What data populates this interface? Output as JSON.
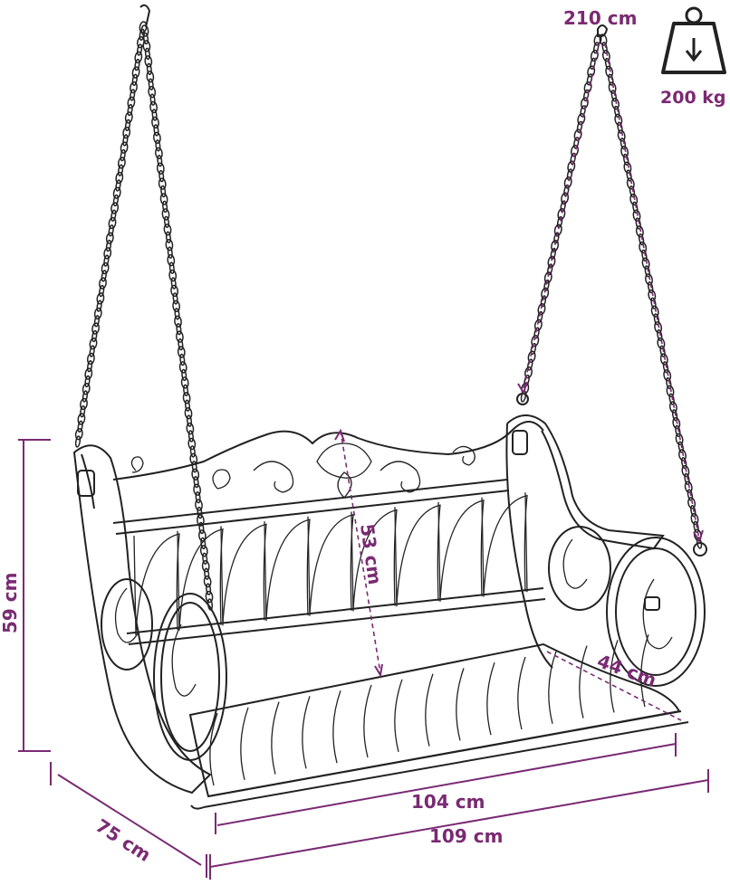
{
  "dimensions": {
    "chain_length": "210 cm",
    "max_load": "200 kg",
    "height": "59 cm",
    "backrest_height": "53 cm",
    "seat_depth": "44 cm",
    "depth": "75 cm",
    "seat_width": "104 cm",
    "total_width": "109 cm"
  },
  "icons": {
    "weight": "weight-icon"
  },
  "colors": {
    "accent": "#7a2a73",
    "line": "#222222"
  }
}
